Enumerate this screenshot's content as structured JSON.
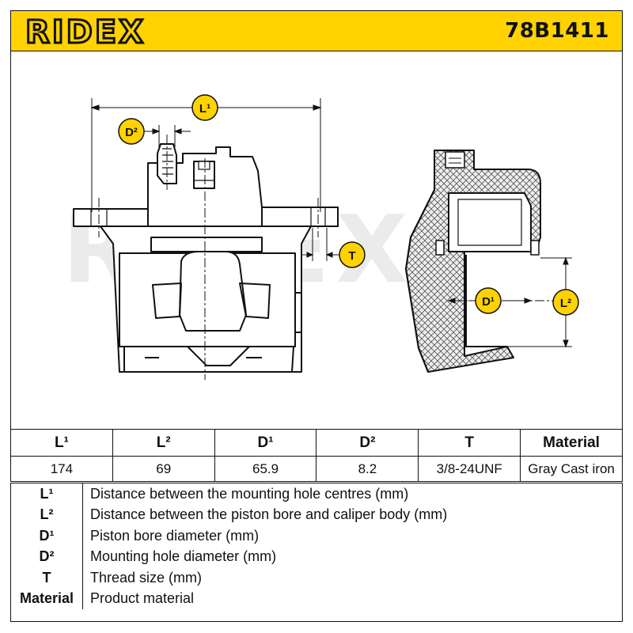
{
  "header": {
    "brand": "RIDEX",
    "part_number": "78B1411",
    "background_color": "#ffd200"
  },
  "diagram": {
    "watermark": "RIDEX",
    "callouts": {
      "l1": "L¹",
      "d2": "D²",
      "t": "T",
      "d1": "D¹",
      "l2": "L²"
    }
  },
  "spec_table": {
    "headers": [
      "L¹",
      "L²",
      "D¹",
      "D²",
      "T",
      "Material"
    ],
    "values": [
      "174",
      "69",
      "65.9",
      "8.2",
      "3/8-24UNF",
      "Gray Cast iron"
    ]
  },
  "legend": [
    {
      "key": "L¹",
      "desc": "Distance between the mounting hole centres (mm)"
    },
    {
      "key": "L²",
      "desc": "Distance between the piston bore and caliper body (mm)"
    },
    {
      "key": "D¹",
      "desc": "Piston bore diameter (mm)"
    },
    {
      "key": "D²",
      "desc": "Mounting hole diameter (mm)"
    },
    {
      "key": "T",
      "desc": "Thread size (mm)"
    },
    {
      "key": "Material",
      "desc": "Product material"
    }
  ]
}
